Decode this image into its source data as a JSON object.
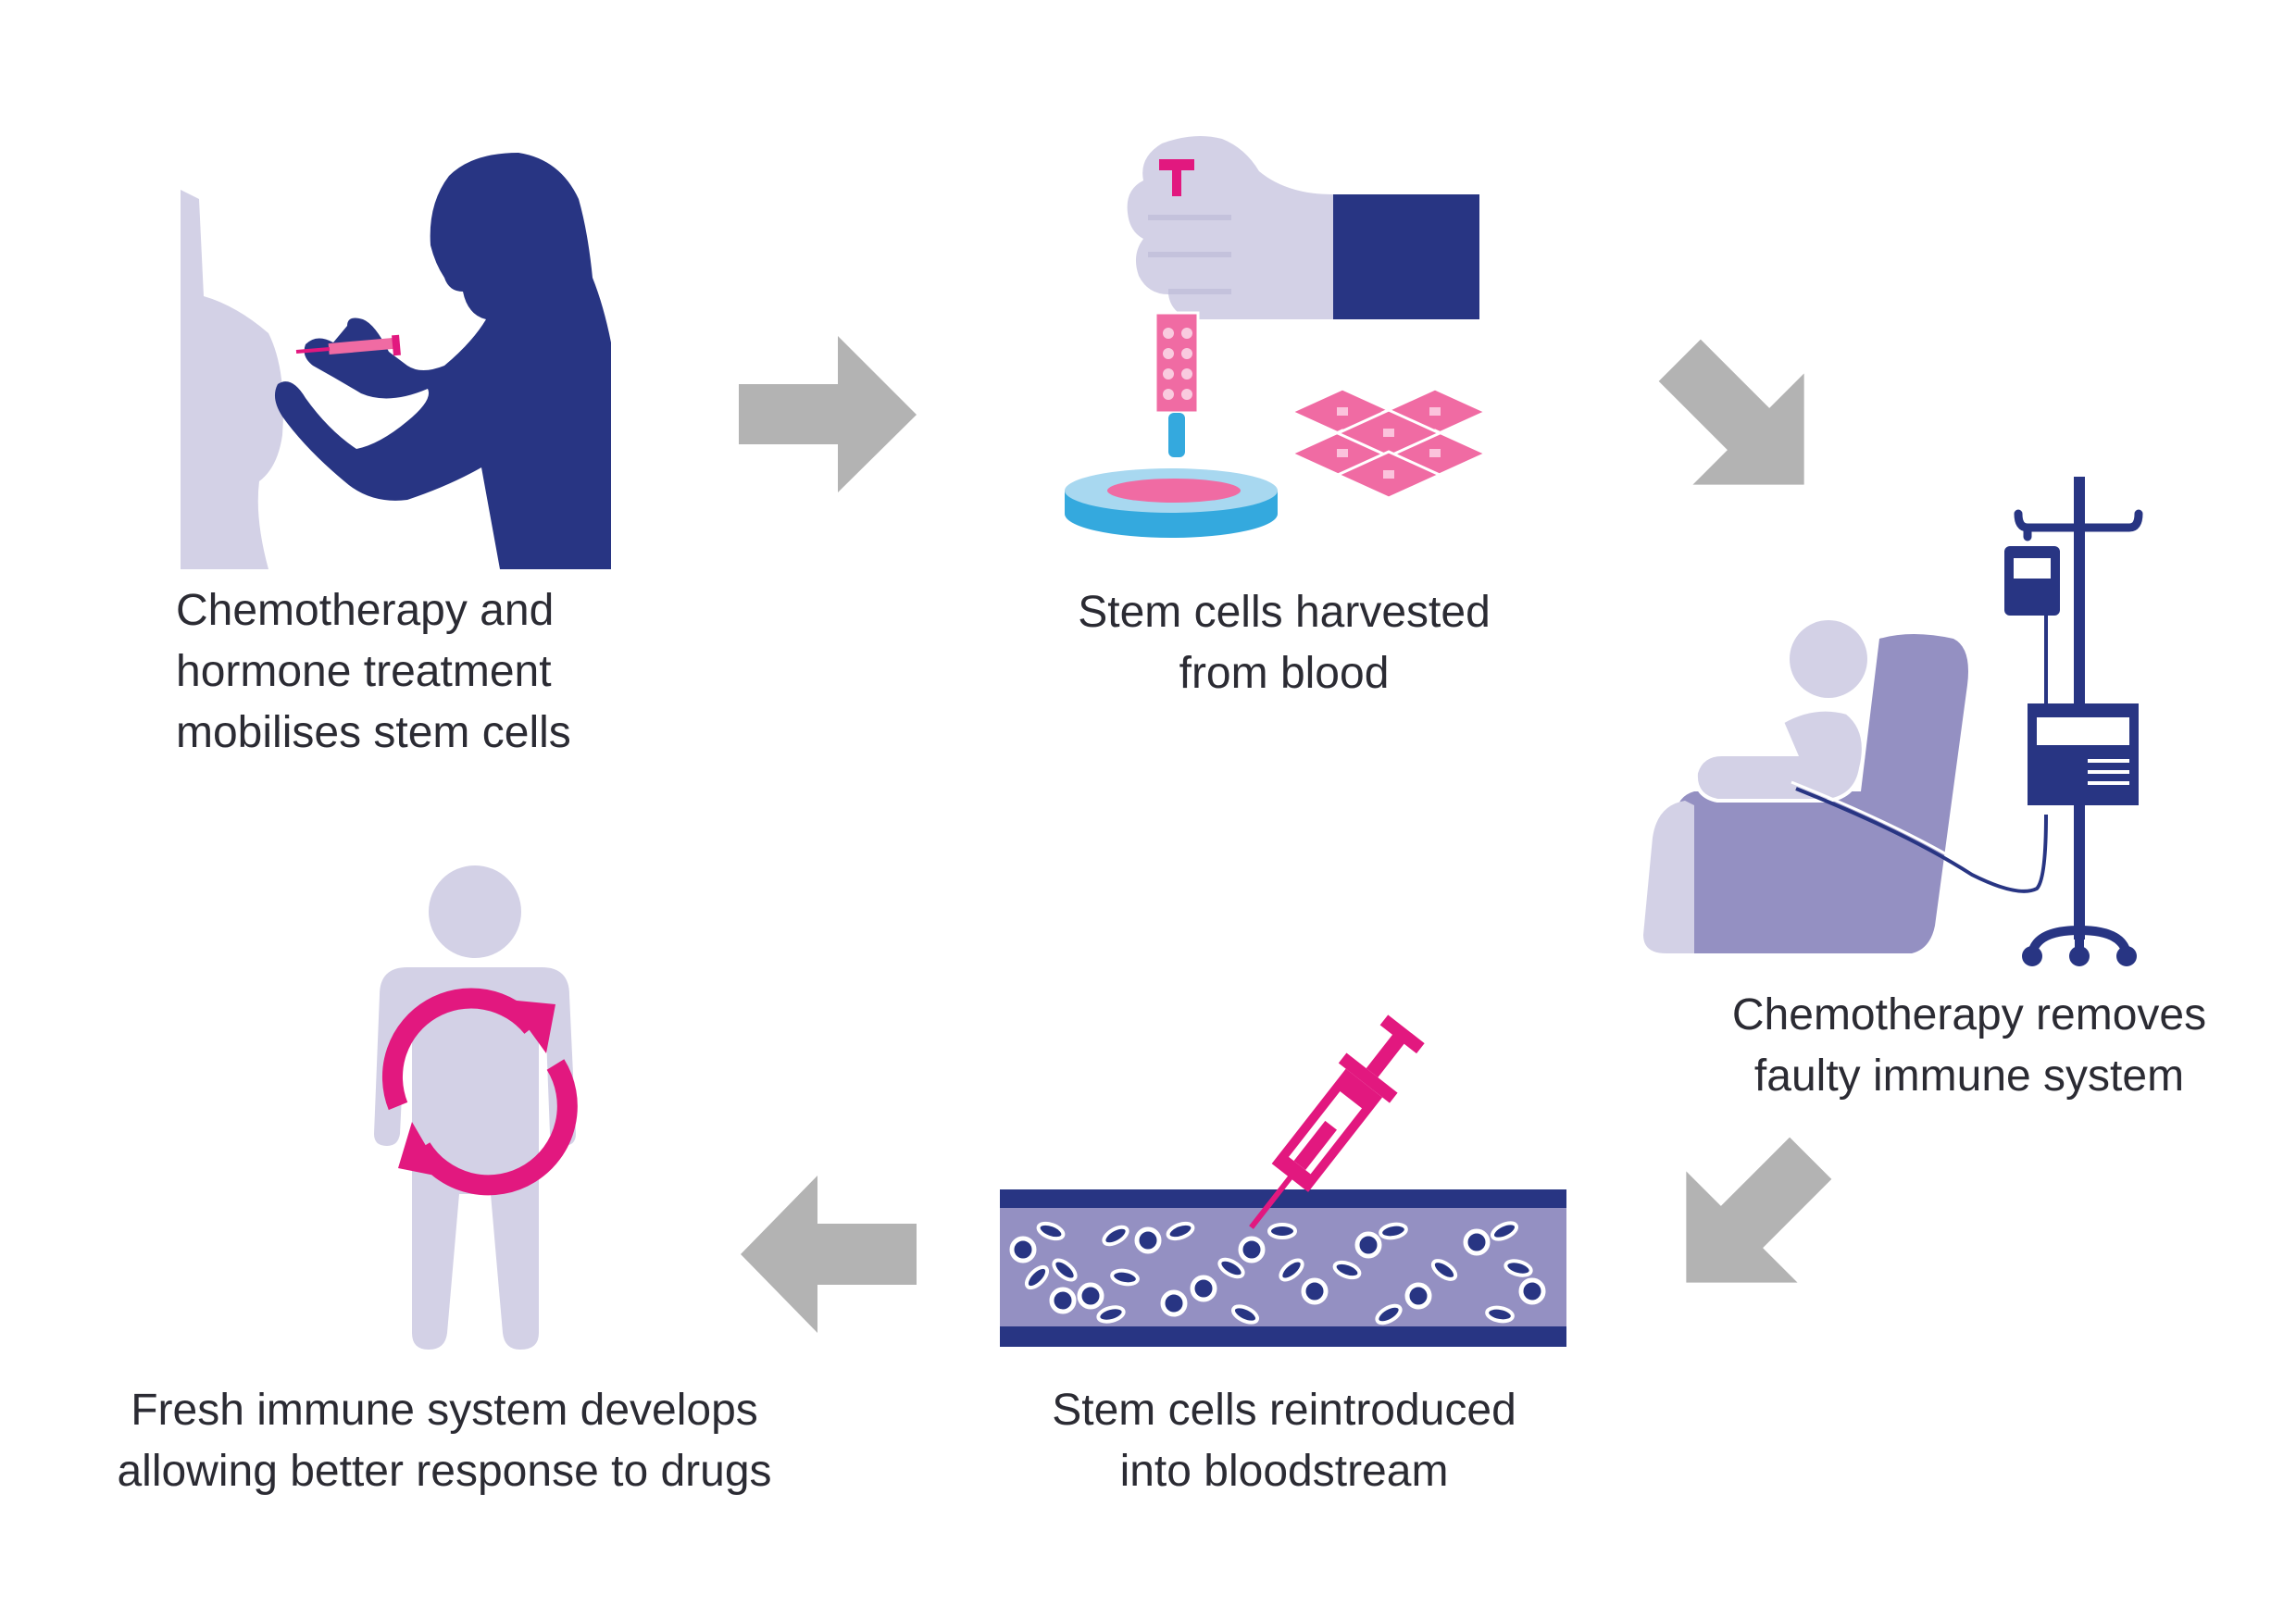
{
  "colors": {
    "navy": "#283583",
    "lavender": "#d3d1e6",
    "purple": "#9490c2",
    "pink": "#e2187f",
    "pink_light": "#f06ba3",
    "cyan": "#34a9de",
    "gray_arrow": "#b3b3b3"
  },
  "steps": [
    {
      "id": "mobilise",
      "lines": [
        "Chemotherapy and",
        "hormone treatment",
        "mobilises stem cells"
      ],
      "icon": "injection-scene-icon"
    },
    {
      "id": "harvest",
      "lines": [
        "Stem cells harvested",
        "from blood"
      ],
      "icon": "pipette-petri-dish-icon"
    },
    {
      "id": "chemo",
      "lines": [
        "Chemotherapy removes",
        "faulty immune system"
      ],
      "icon": "patient-iv-drip-icon"
    },
    {
      "id": "reintroduce",
      "lines": [
        "Stem cells reintroduced",
        "into bloodstream"
      ],
      "icon": "blood-vessel-syringe-icon"
    },
    {
      "id": "fresh",
      "lines": [
        "Fresh immune system develops",
        "allowing better response to drugs"
      ],
      "icon": "person-renew-icon"
    }
  ],
  "arrows": [
    {
      "from": "mobilise",
      "to": "harvest",
      "direction": "right"
    },
    {
      "from": "harvest",
      "to": "chemo",
      "direction": "down-right"
    },
    {
      "from": "chemo",
      "to": "reintroduce",
      "direction": "down-left"
    },
    {
      "from": "reintroduce",
      "to": "fresh",
      "direction": "left"
    }
  ]
}
